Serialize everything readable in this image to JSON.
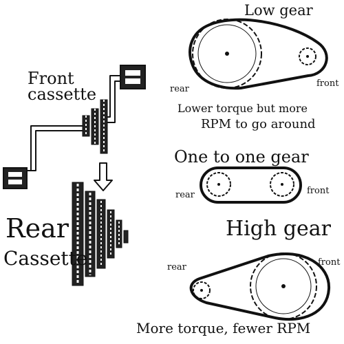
{
  "labels": {
    "front_cassette_line1": "Front",
    "front_cassette_line2": "cassette",
    "rear_cassette_line1": "Rear",
    "rear_cassette_line2": "Cassette",
    "low_gear": "Low gear",
    "low_note_line1": "Lower torque but more",
    "low_note_line2": "RPM to go around",
    "one_to_one": "One to one gear",
    "high_gear": "High gear",
    "high_note": "More torque, fewer RPM",
    "rear": "rear",
    "front": "front"
  },
  "colors": {
    "ink": "#111111",
    "background": "#ffffff"
  }
}
